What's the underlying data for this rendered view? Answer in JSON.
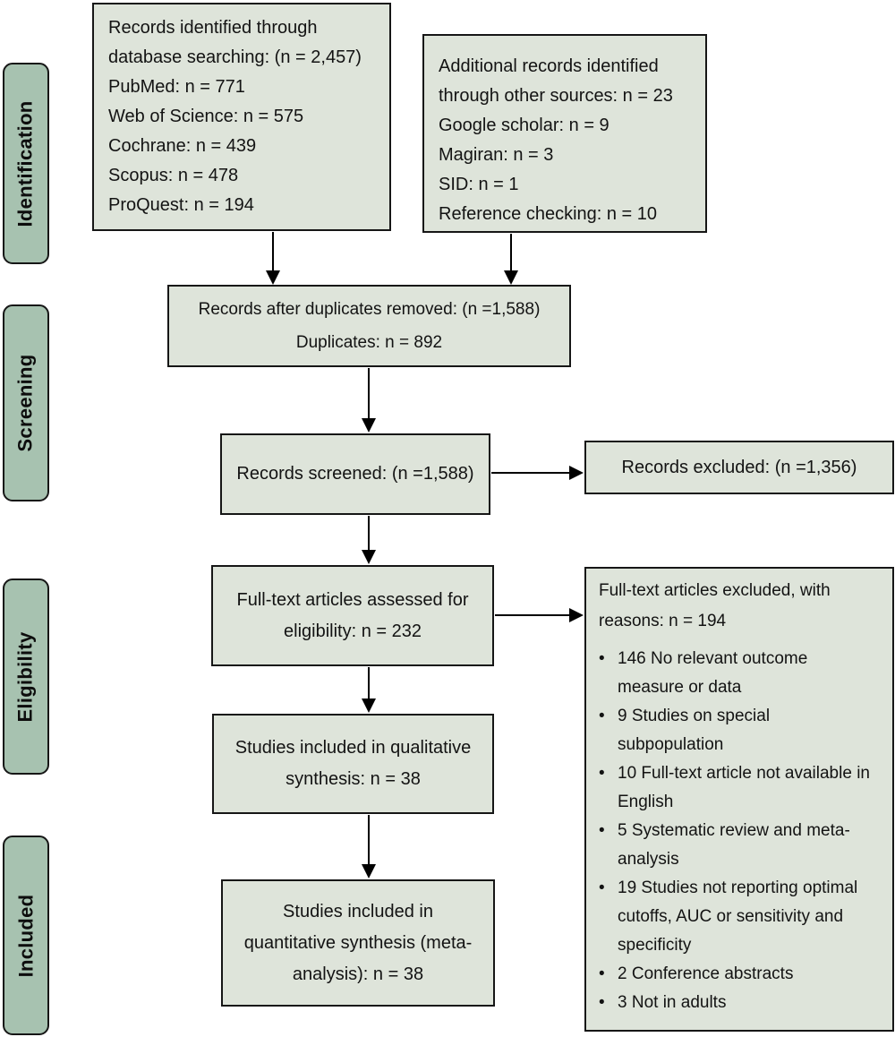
{
  "figure": {
    "type": "prisma-flow-diagram"
  },
  "colors": {
    "box_fill": "#dee4da",
    "stage_fill": "#a7c2b0",
    "border": "#161616",
    "arrow": "#000000",
    "background": "#ffffff"
  },
  "glyphs": {
    "bullet": "•"
  },
  "stages": {
    "identification": "Identification",
    "screening": "Screening",
    "eligibility": "Eligibility",
    "included": "Included"
  },
  "boxes": {
    "identified": {
      "lines": [
        "Records identified through",
        "database searching: (n = 2,457)",
        "PubMed: n = 771",
        "Web of Science: n = 575",
        "Cochrane: n = 439",
        "Scopus: n = 478",
        "ProQuest: n = 194"
      ]
    },
    "additional": {
      "lines": [
        "Additional records identified",
        "through other sources: n = 23",
        "Google scholar: n = 9",
        "Magiran: n = 3",
        "SID: n = 1",
        "Reference checking: n = 10"
      ]
    },
    "duplicates": {
      "line1": "Records after duplicates removed: (n =1,588)",
      "line2": "Duplicates: n = 892"
    },
    "screened": {
      "text": "Records screened: (n =1,588)"
    },
    "excluded": {
      "text": "Records excluded: (n =1,356)"
    },
    "fulltext": {
      "text": "Full-text articles assessed for eligibility: n = 232"
    },
    "fulltext_excluded": {
      "header1": "Full-text articles excluded, with",
      "header2": "reasons: n = 194",
      "reasons": [
        "146 No relevant outcome measure or data",
        "9 Studies on special subpopulation",
        "10 Full-text article not available in English",
        "5 Systematic review and meta-analysis",
        "19 Studies not reporting optimal cutoffs, AUC or sensitivity and specificity",
        "2 Conference abstracts",
        "3 Not in adults"
      ]
    },
    "qualitative": {
      "text": "Studies included in qualitative synthesis: n = 38"
    },
    "quantitative": {
      "text": "Studies included in quantitative synthesis (meta-analysis): n = 38"
    }
  }
}
